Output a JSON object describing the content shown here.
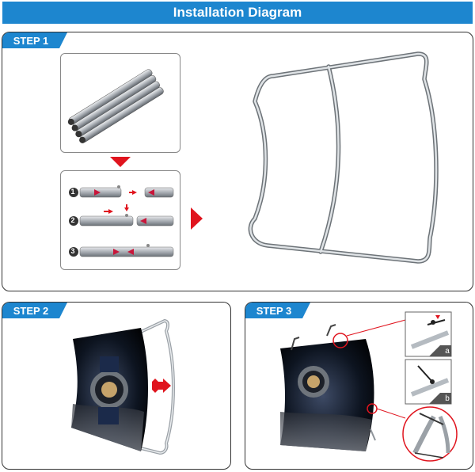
{
  "title": "Installation Diagram",
  "steps": {
    "step1": {
      "label": "STEP 1",
      "substeps": [
        "1",
        "2",
        "3"
      ]
    },
    "step2": {
      "label": "STEP 2"
    },
    "step3": {
      "label": "STEP 3",
      "insets": [
        "a",
        "b"
      ]
    }
  },
  "colors": {
    "header_blue": "#1d86cf",
    "arrow_red": "#e0141e",
    "frame_silver": "#c8ccd0"
  },
  "icons": [
    "bundled-poles",
    "arrow-right",
    "arrow-down",
    "frame",
    "graphic-print",
    "clip",
    "zoom-inset"
  ]
}
